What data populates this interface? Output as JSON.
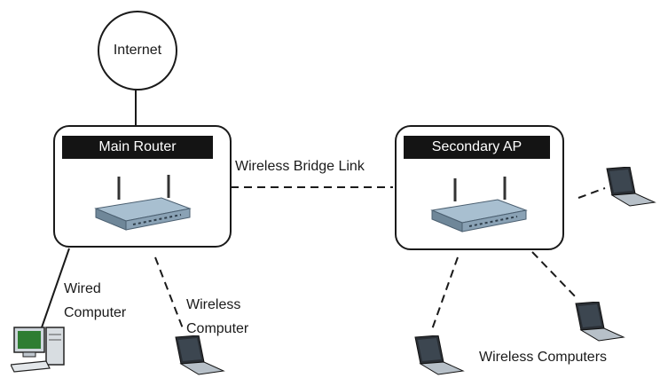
{
  "internet": {
    "label": "Internet"
  },
  "main_router": {
    "label": "Main Router"
  },
  "secondary_ap": {
    "label": "Secondary AP"
  },
  "bridge_link": {
    "label": "Wireless Bridge Link"
  },
  "wired_computer": {
    "line1": "Wired",
    "line2": "Computer"
  },
  "wireless_computer": {
    "line1": "Wireless",
    "line2": "Computer"
  },
  "wireless_computers": {
    "label": "Wireless Computers"
  }
}
